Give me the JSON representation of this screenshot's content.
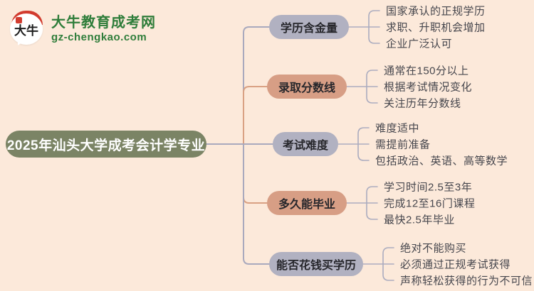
{
  "logo": {
    "title": "大牛教育成考网",
    "domain": "gz-chengkao.com",
    "badge_text": "大牛"
  },
  "center": {
    "label": "2025年汕头大学成考会计学专业"
  },
  "branches": [
    {
      "label": "学历含金量",
      "color": "gray",
      "children": [
        "国家承认的正规学历",
        "求职、升职机会增加",
        "企业广泛认可"
      ]
    },
    {
      "label": "录取分数线",
      "color": "salmon",
      "children": [
        "通常在150分以上",
        "根据考试情况变化",
        "关注历年分数线"
      ]
    },
    {
      "label": "考试难度",
      "color": "gray",
      "children": [
        "难度适中",
        "需提前准备",
        "包括政治、英语、高等数学"
      ]
    },
    {
      "label": "多久能毕业",
      "color": "salmon",
      "children": [
        "学习时间2.5至3年",
        "完成12至16门课程",
        "最快2.5年毕业"
      ]
    },
    {
      "label": "能否花钱买学历",
      "color": "gray",
      "children": [
        "绝对不能购买",
        "必须通过正规考试获得",
        "声称轻松获得的行为不可信"
      ]
    }
  ],
  "colors": {
    "background": "#fce9da",
    "center_node": "#7b8465",
    "gray_node": "#b1b1c1",
    "salmon_node": "#d79e85",
    "gray_line": "#a9a9bd",
    "salmon_line": "#d9a183",
    "child_line": "#abacbf",
    "logo_green": "#2f7d3a",
    "logo_red": "#d23b2e"
  }
}
